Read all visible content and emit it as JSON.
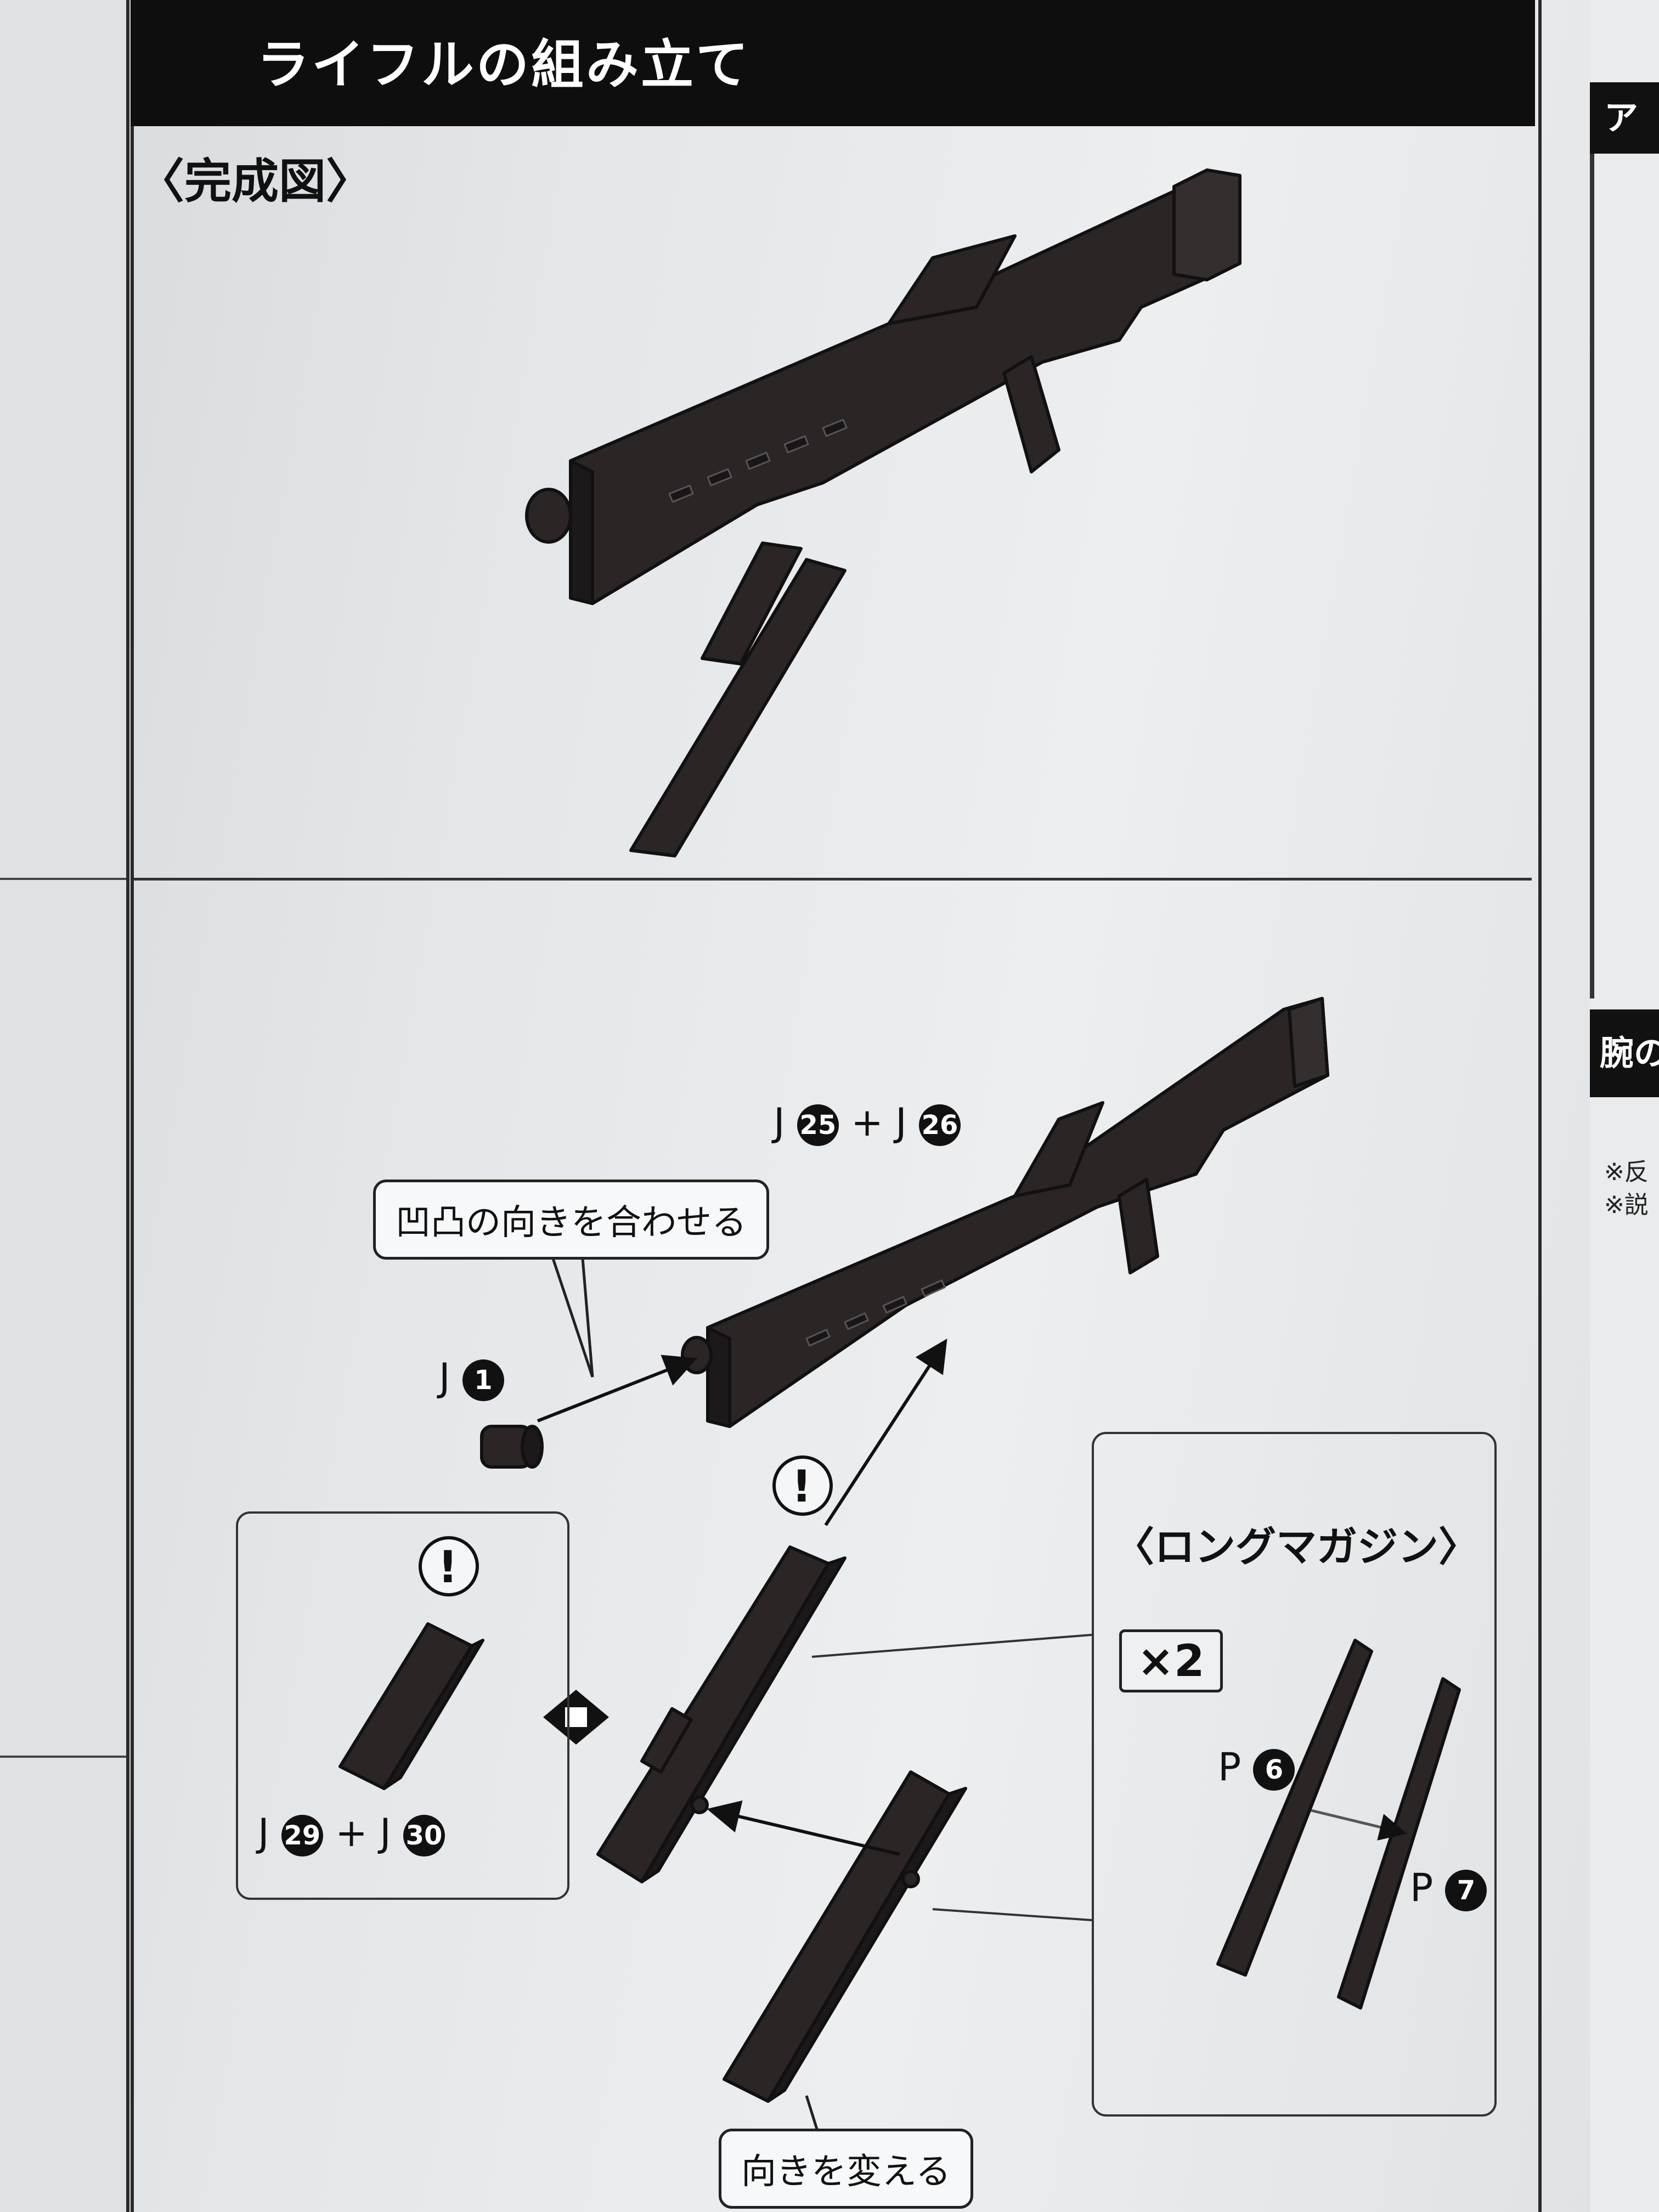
{
  "header": {
    "title": "ライフルの組み立て"
  },
  "finished": {
    "title": "〈完成図〉"
  },
  "assembly": {
    "rifle_body_label": {
      "p1": "J",
      "n1": "25",
      "plus": "+",
      "p2": "J",
      "n2": "26"
    },
    "muzzle_part_label": {
      "p": "J",
      "n": "1"
    },
    "muzzle_callout": "凹凸の向きを合わせる",
    "short_mag_label": {
      "p1": "J",
      "n1": "29",
      "plus": "+",
      "p2": "J",
      "n2": "30"
    },
    "long_mag_title": "〈ロングマガジン〉",
    "times_label": "×2",
    "p6_label": {
      "p": "P",
      "n": "6"
    },
    "p7_label": {
      "p": "P",
      "n": "7"
    },
    "rotate_callout": "向きを変える",
    "caution_mark": "!"
  },
  "right_column": {
    "top_char": "ア",
    "section_title": "腕の",
    "notes": [
      "※反",
      "※説"
    ]
  },
  "colors": {
    "ink": "#111111",
    "part_fill": "#2b2526",
    "paper": "#eceef0"
  }
}
